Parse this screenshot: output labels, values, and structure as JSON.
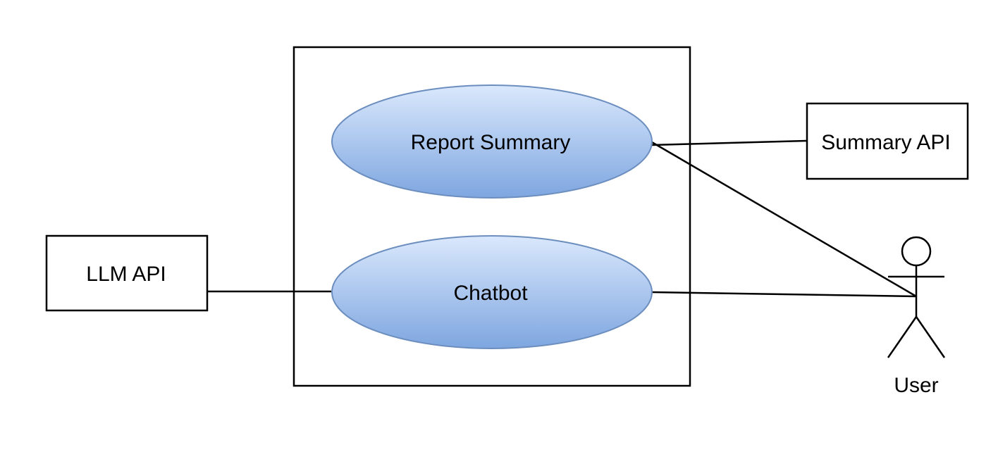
{
  "usecases": [
    {
      "label": "Report Summary"
    },
    {
      "label": "Chatbot"
    }
  ],
  "external_systems": [
    {
      "label": "LLM API"
    },
    {
      "label": "Summary API"
    }
  ],
  "actor": {
    "label": "User"
  },
  "colors": {
    "usecase_fill_top": "#dae8fc",
    "usecase_fill_bottom": "#7ea6e0",
    "usecase_stroke": "#6c8ebf",
    "line": "#000000"
  }
}
